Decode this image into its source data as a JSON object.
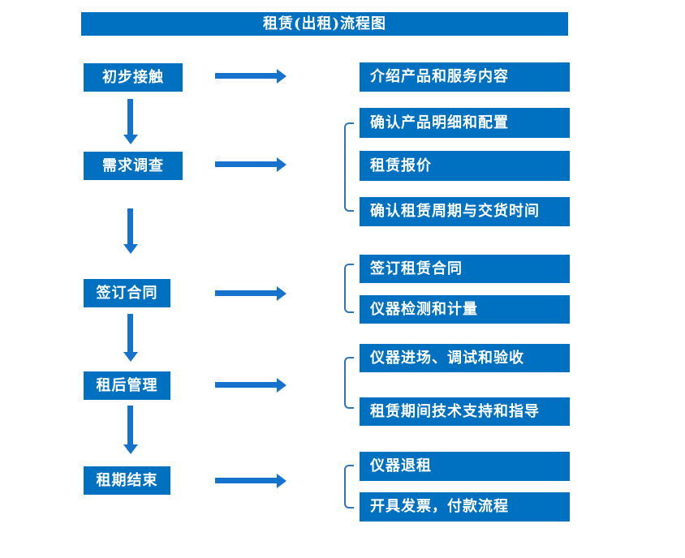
{
  "flowchart": {
    "title": "租赁(出租)流程图",
    "steps": [
      {
        "label": "初步接触",
        "children": [
          "介绍产品和服务内容"
        ]
      },
      {
        "label": "需求调查",
        "children": [
          "确认产品明细和配置",
          "租赁报价",
          "确认租赁周期与交货时间"
        ]
      },
      {
        "label": "签订合同",
        "children": [
          "签订租赁合同",
          "仪器检测和计量"
        ]
      },
      {
        "label": "租后管理",
        "children": [
          "仪器进场、调试和验收",
          "租赁期间技术支持和指导"
        ]
      },
      {
        "label": "租期结束",
        "children": [
          "仪器退租",
          "开具发票，付款流程"
        ]
      }
    ]
  },
  "colors": {
    "box": "#0070C0",
    "arrow": "#1573CE",
    "bracket": "#2E75B6",
    "text": "#FFFFFF"
  }
}
